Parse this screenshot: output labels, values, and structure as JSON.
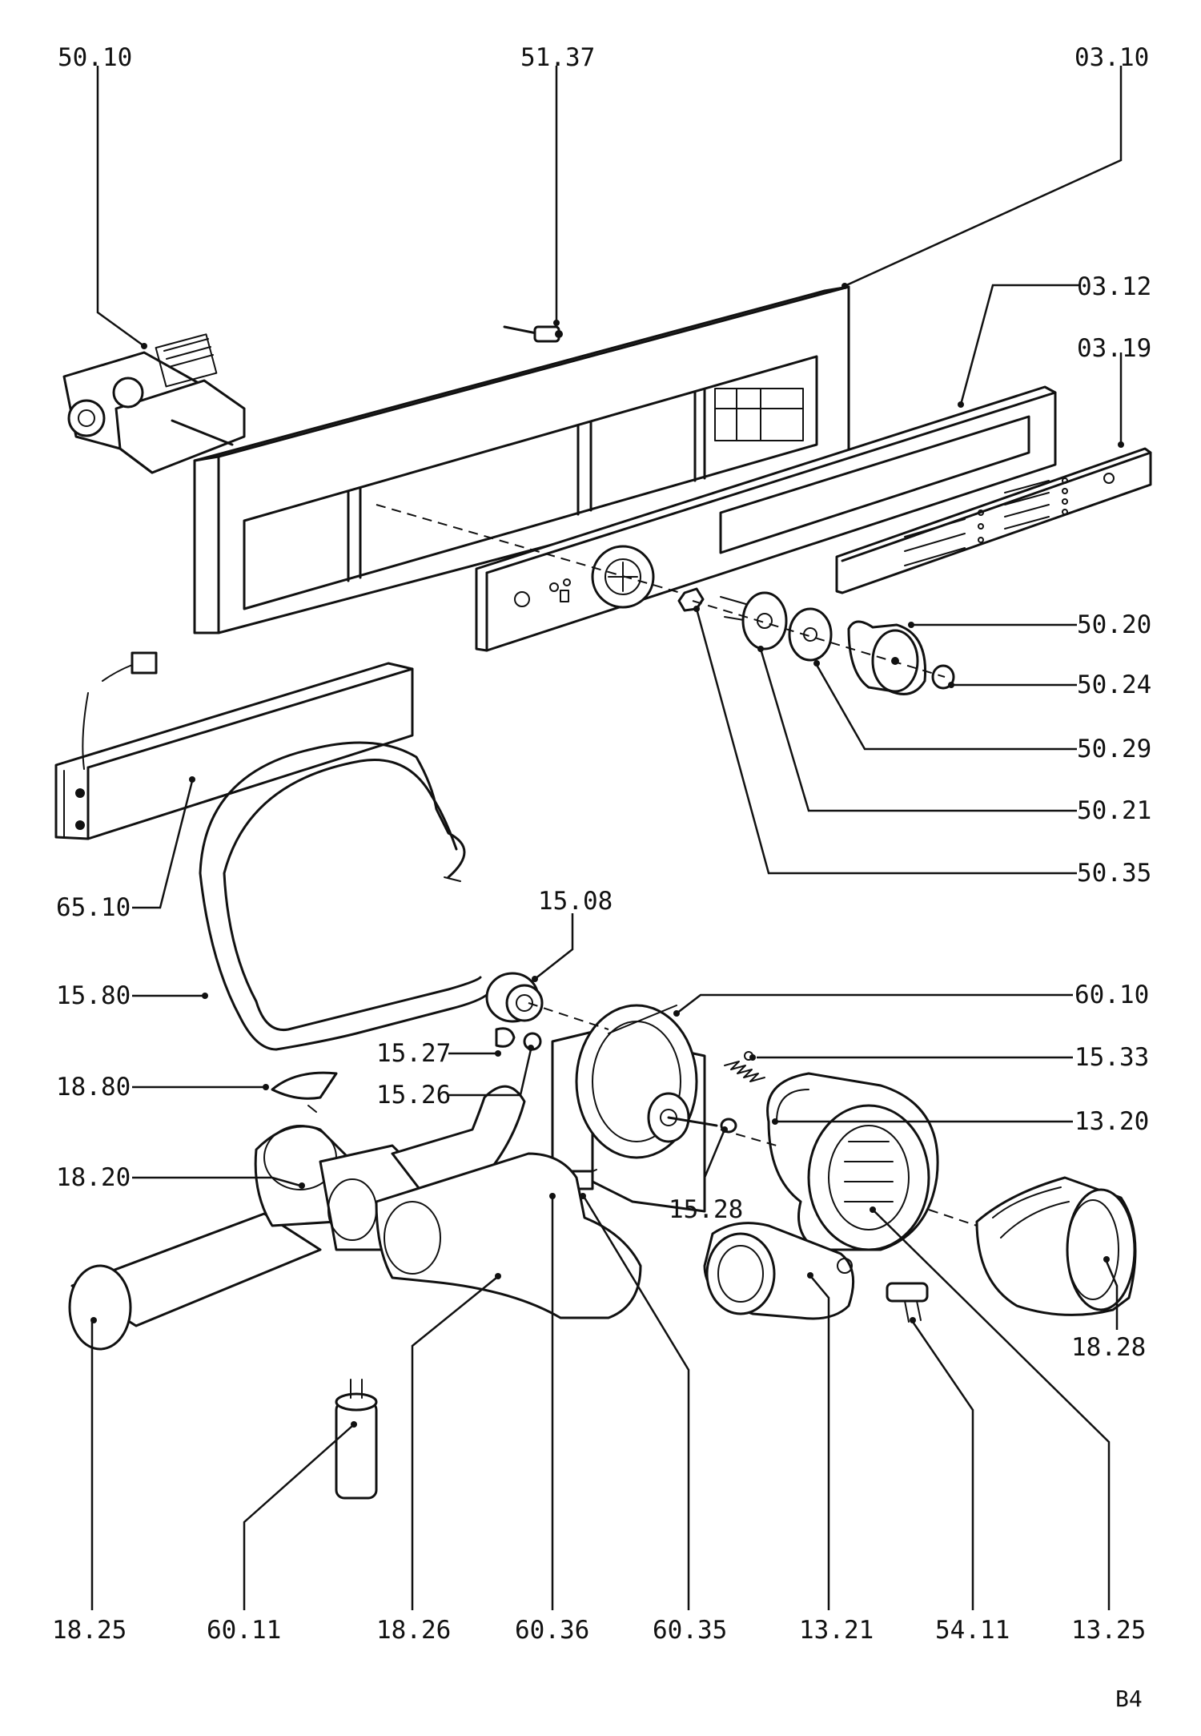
{
  "labels": {
    "l_50_10": "50.10",
    "l_51_37": "51.37",
    "l_03_10": "03.10",
    "l_03_12": "03.12",
    "l_03_19": "03.19",
    "l_50_20": "50.20",
    "l_50_24": "50.24",
    "l_50_29": "50.29",
    "l_50_21": "50.21",
    "l_50_35": "50.35",
    "l_65_10": "65.10",
    "l_15_08": "15.08",
    "l_15_80": "15.80",
    "l_60_10": "60.10",
    "l_15_27": "15.27",
    "l_15_26": "15.26",
    "l_15_33": "15.33",
    "l_18_80": "18.80",
    "l_13_20": "13.20",
    "l_18_20": "18.20",
    "l_15_28": "15.28",
    "l_18_28": "18.28",
    "l_18_25": "18.25",
    "l_60_11": "60.11",
    "l_18_26": "18.26",
    "l_60_36": "60.36",
    "l_60_35": "60.35",
    "l_13_21": "13.21",
    "l_54_11": "54.11",
    "l_13_25": "13.25"
  },
  "page_ref": "B4"
}
